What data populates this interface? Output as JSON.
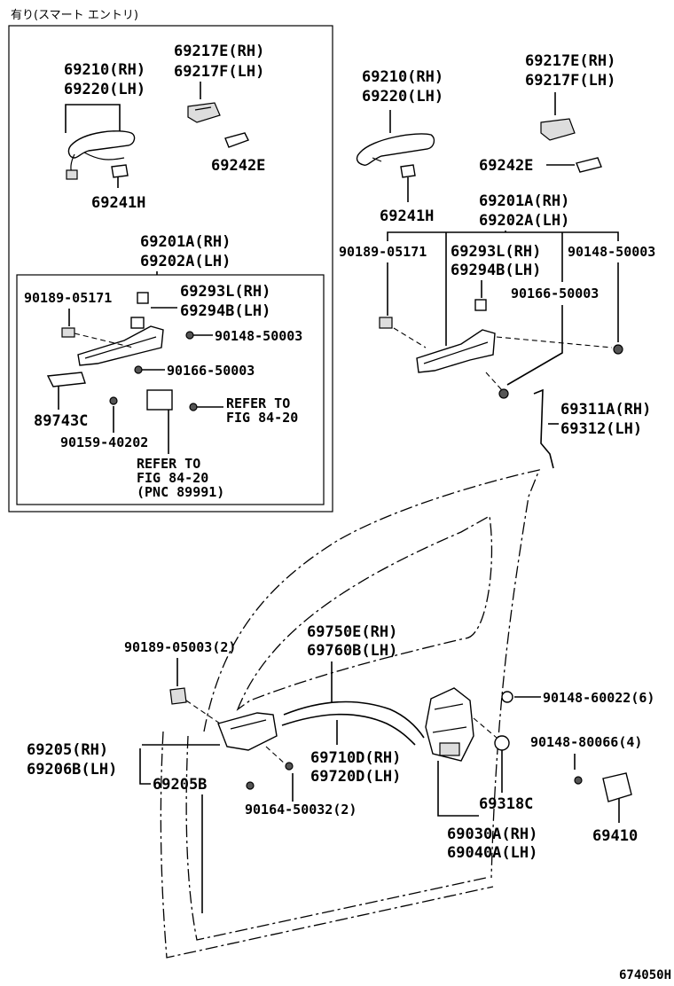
{
  "header_note": "有り(スマート エントリ)",
  "figure_id": "674050H",
  "inset": {
    "handle": [
      "69210(RH)",
      "69220(LH)"
    ],
    "cover": [
      "69217E(RH)",
      "69217F(LH)"
    ],
    "pad": "69242E",
    "pad2": "69241H",
    "frame": [
      "69201A(RH)",
      "69202A(LH)"
    ],
    "screw1": "90189-05171",
    "cap": [
      "69293L(RH)",
      "69294B(LH)"
    ],
    "bolt1": "90148-50003",
    "bolt2": "90166-50003",
    "bracket": "89743C",
    "screw2": "90159-40202",
    "refer1": [
      "REFER TO",
      "FIG 84-20"
    ],
    "refer2": [
      "REFER TO",
      "FIG 84-20",
      "(PNC 89991)"
    ]
  },
  "main": {
    "handle": [
      "69210(RH)",
      "69220(LH)"
    ],
    "cover": [
      "69217E(RH)",
      "69217F(LH)"
    ],
    "pad": "69242E",
    "pad2": "69241H",
    "frame": [
      "69201A(RH)",
      "69202A(LH)"
    ],
    "screw1": "90189-05171",
    "cap": [
      "69293L(RH)",
      "69294B(LH)"
    ],
    "bolt1": "90148-50003",
    "bolt2": "90166-50003",
    "rod": [
      "69311A(RH)",
      "69312(LH)"
    ],
    "screw3": "90189-05003(2)",
    "cable1": [
      "69750E(RH)",
      "69760B(LH)"
    ],
    "bolt3": "90148-60022(6)",
    "inner_handle": [
      "69205(RH)",
      "69206B(LH)"
    ],
    "inner_handle_b": "69205B",
    "cable2": [
      "69710D(RH)",
      "69720D(LH)"
    ],
    "bolt4": "90148-80066(4)",
    "screw4": "90164-50032(2)",
    "cover2": "69318C",
    "lock": [
      "69030A(RH)",
      "69040A(LH)"
    ],
    "striker": "69410"
  }
}
